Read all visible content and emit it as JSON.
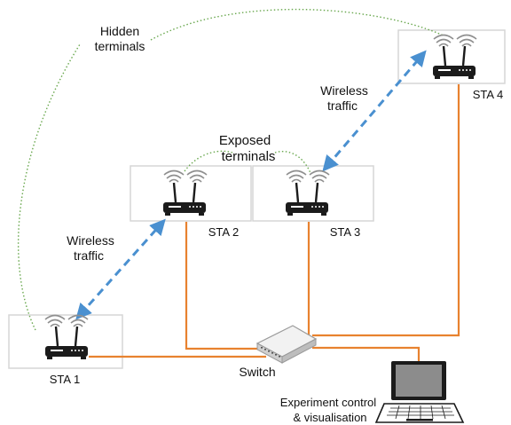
{
  "labels": {
    "hidden_line1": "Hidden",
    "hidden_line2": "terminals",
    "exposed_line1": "Exposed",
    "exposed_line2": "terminals",
    "wireless_left_line1": "Wireless",
    "wireless_left_line2": "traffic",
    "wireless_right_line1": "Wireless",
    "wireless_right_line2": "traffic",
    "switch": "Switch",
    "control_line1": "Experiment control",
    "control_line2": "& visualisation"
  },
  "stations": {
    "sta1": "STA 1",
    "sta2": "STA 2",
    "sta3": "STA 3",
    "sta4": "STA 4"
  },
  "colors": {
    "ethernet": "#E8822F",
    "wireless": "#4A90D0",
    "hidden_exposed_link": "#6AA84F",
    "box_border": "#D6D6D6",
    "device": "#1B1B1B",
    "signal": "#8F8F8F"
  },
  "icons": [
    "router-icon",
    "wifi-signal-icon",
    "network-switch-icon",
    "laptop-icon"
  ]
}
